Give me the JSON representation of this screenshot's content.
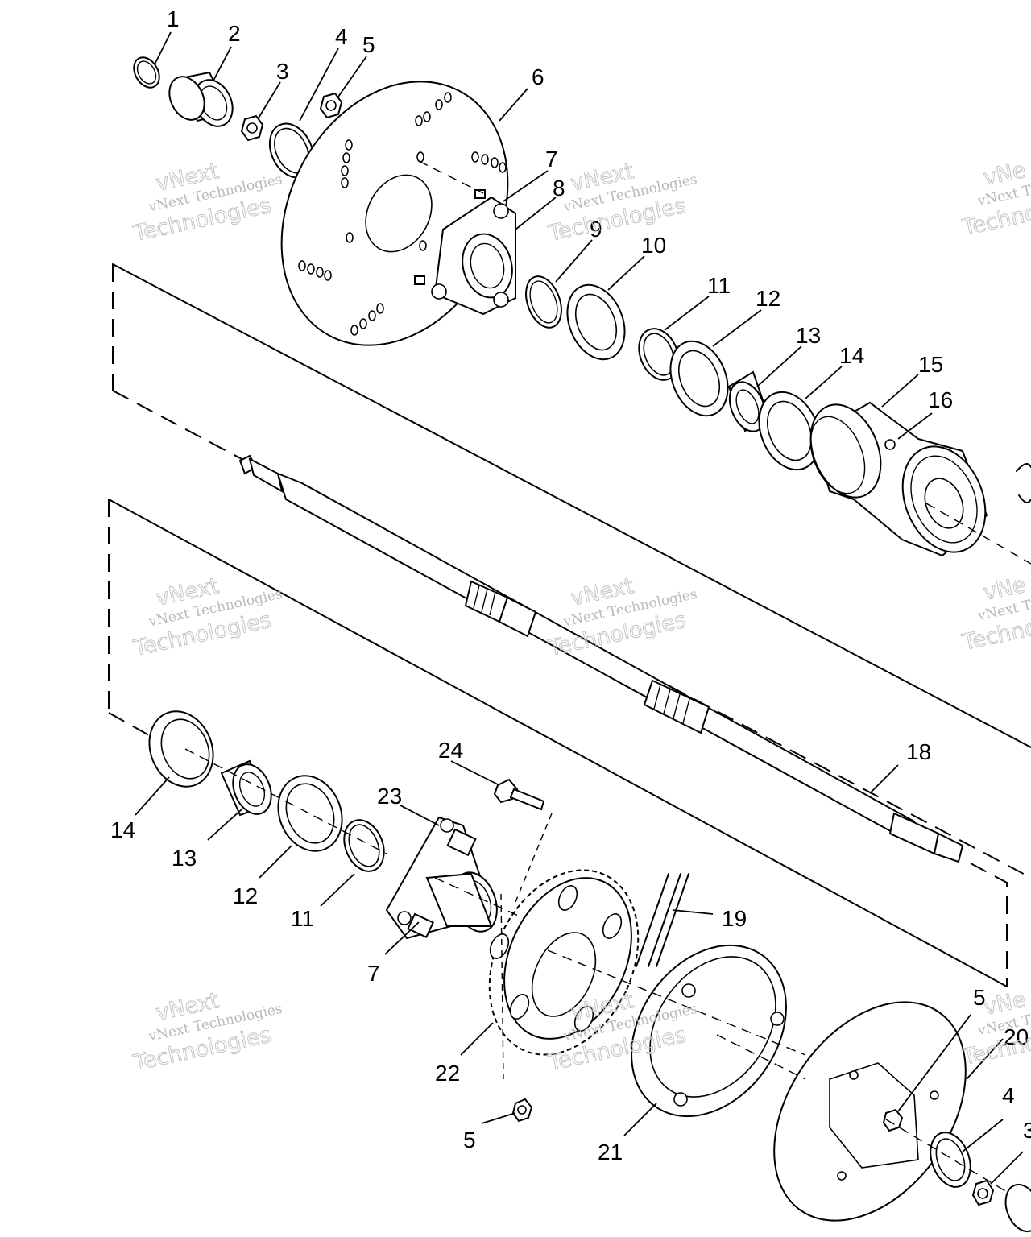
{
  "watermark": {
    "brand": "vNext",
    "line1": "vNext Technologies",
    "line2": "Technologies",
    "partial": [
      "vNe",
      "vNext Te",
      "Techno"
    ]
  },
  "callouts": {
    "c1": "1",
    "c2": "2",
    "c3": "3",
    "c4": "4",
    "c5": "5",
    "c6": "6",
    "c7": "7",
    "c8": "8",
    "c9": "9",
    "c10": "10",
    "c11": "11",
    "c12": "12",
    "c13": "13",
    "c14": "14",
    "c15": "15",
    "c16": "16",
    "c18": "18",
    "c14b": "14",
    "c13b": "13",
    "c12b": "12",
    "c11b": "11",
    "c24": "24",
    "c23": "23",
    "c7b": "7",
    "c19": "19",
    "c22": "22",
    "c5b": "5",
    "c5c": "5",
    "c21": "21",
    "c20": "20",
    "c4b": "4",
    "c3b": "3"
  },
  "colors": {
    "line": "#000000",
    "watermark": "#bcbcbc",
    "background": "#ffffff"
  }
}
